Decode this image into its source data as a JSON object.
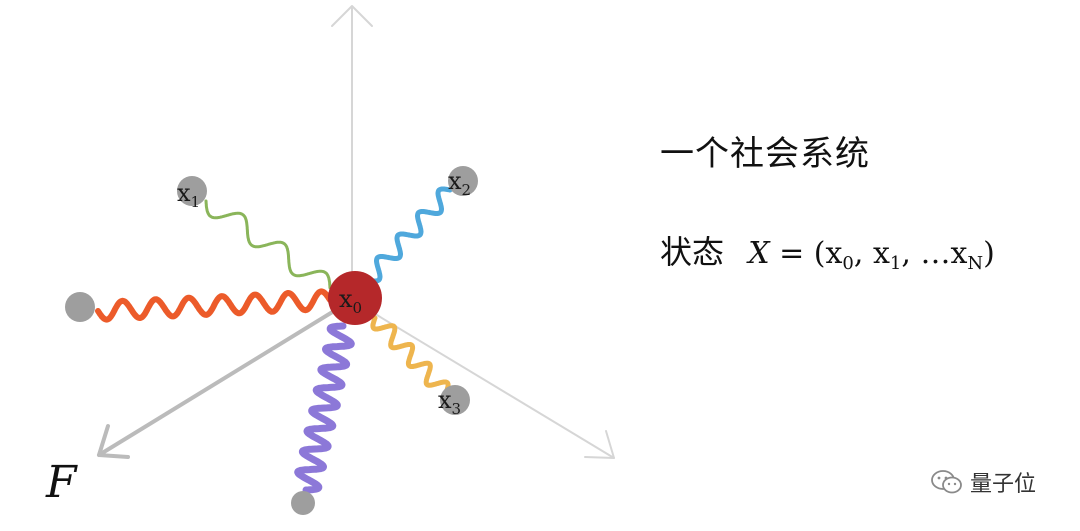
{
  "title": "一个社会系统",
  "state": {
    "label": "状态",
    "variable": "X",
    "equals": "=",
    "open": "(",
    "close": ")",
    "items": [
      {
        "base": "x",
        "sub": "0"
      },
      {
        "base": "x",
        "sub": "1"
      },
      {
        "base": "x",
        "sub": "N"
      }
    ],
    "separator": ",",
    "ellipsis": "…"
  },
  "nodes": {
    "center": {
      "base": "x",
      "sub": "0",
      "color": "#b5282a"
    },
    "x1": {
      "base": "x",
      "sub": "1"
    },
    "x2": {
      "base": "x",
      "sub": "2"
    },
    "x3": {
      "base": "x",
      "sub": "3"
    }
  },
  "force_label": "F",
  "brand": {
    "name": "量子位"
  },
  "colors": {
    "axis": "#d6d6d6",
    "force_axis": "#bbbbbb",
    "peer_node": "#9e9e9e",
    "spring_x1": "#8ab55a",
    "spring_x2": "#4fa8dc",
    "spring_x3": "#eeb54e",
    "spring_left": "#ec5b2a",
    "spring_down": "#8c78d8"
  }
}
